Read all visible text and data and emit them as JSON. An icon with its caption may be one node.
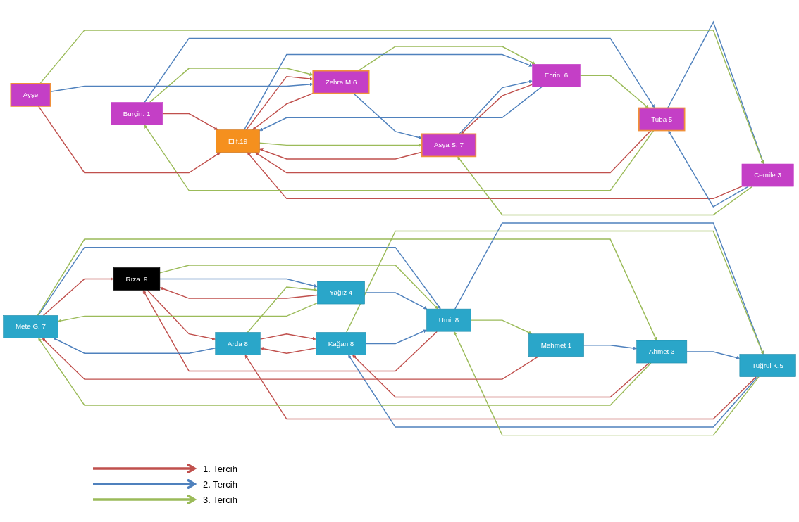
{
  "diagram": {
    "nodes": [
      {
        "text": [
          "Burçin. 1"
        ]
      },
      {
        "text": [
          "Cemile 3"
        ]
      },
      {
        "text": [
          "Zehra M.6"
        ]
      },
      {
        "text": [
          "Ecrin. 6"
        ]
      },
      {
        "text": [
          "Tuba 5"
        ]
      },
      {
        "text": [
          "Elif.19"
        ]
      },
      {
        "text": [
          "Asya S. 7"
        ]
      },
      {
        "text": [
          "Ayşe"
        ]
      },
      {
        "text": [
          "Mete G. 7"
        ]
      },
      {
        "text": [
          "Ümit 8"
        ]
      },
      {
        "text": [
          "Rıza. 9"
        ]
      },
      {
        "text": [
          "Yağız 4"
        ]
      },
      {
        "text": [
          "Kağan 8"
        ]
      },
      {
        "text": [
          "Arda 8"
        ]
      },
      {
        "text": [
          "Tuğrul K.5"
        ]
      },
      {
        "text": [
          "Ahmet 3"
        ]
      },
      {
        "text": [
          "Mehmet 1"
        ]
      }
    ],
    "edges": [
      {
        "from": 0,
        "to": 5,
        "arrow": "to",
        "color": "#c0504d"
      },
      {
        "from": 0,
        "to": 4,
        "arrow": "to",
        "color": "#4f81bd"
      },
      {
        "from": 0,
        "to": 2,
        "arrow": "to",
        "color": "#9bbb59"
      },
      {
        "from": 1,
        "to": 5,
        "arrow": "to",
        "color": "#c0504d"
      },
      {
        "from": 1,
        "to": 4,
        "arrow": "to",
        "color": "#4f81bd"
      },
      {
        "from": 1,
        "to": 6,
        "arrow": "to",
        "color": "#9bbb59"
      },
      {
        "from": 2,
        "to": 5,
        "arrow": "to",
        "color": "#c0504d"
      },
      {
        "from": 2,
        "to": 6,
        "arrow": "to",
        "color": "#4f81bd"
      },
      {
        "from": 2,
        "to": 3,
        "arrow": "to",
        "color": "#9bbb59"
      },
      {
        "from": 3,
        "to": 6,
        "arrow": "to",
        "color": "#c0504d"
      },
      {
        "from": 3,
        "to": 5,
        "arrow": "to",
        "color": "#4f81bd"
      },
      {
        "from": 3,
        "to": 4,
        "arrow": "to",
        "color": "#9bbb59"
      },
      {
        "from": 4,
        "to": 5,
        "arrow": "to",
        "color": "#c0504d"
      },
      {
        "from": 4,
        "to": 1,
        "arrow": "to",
        "color": "#4f81bd"
      },
      {
        "from": 4,
        "to": 0,
        "arrow": "to",
        "color": "#9bbb59"
      },
      {
        "from": 5,
        "to": 2,
        "arrow": "to",
        "color": "#c0504d"
      },
      {
        "from": 5,
        "to": 3,
        "arrow": "to",
        "color": "#4f81bd"
      },
      {
        "from": 5,
        "to": 6,
        "arrow": "to",
        "color": "#9bbb59"
      },
      {
        "from": 6,
        "to": 5,
        "arrow": "to",
        "color": "#c0504d"
      },
      {
        "from": 6,
        "to": 3,
        "arrow": "to",
        "color": "#4f81bd"
      },
      {
        "from": 7,
        "to": 5,
        "arrow": "to",
        "color": "#c0504d"
      },
      {
        "from": 7,
        "to": 2,
        "arrow": "to",
        "color": "#4f81bd"
      },
      {
        "from": 7,
        "to": 1,
        "arrow": "to",
        "color": "#9bbb59"
      },
      {
        "from": 8,
        "to": 10,
        "arrow": "to",
        "color": "#c0504d"
      },
      {
        "from": 8,
        "to": 9,
        "arrow": "to",
        "color": "#4f81bd"
      },
      {
        "from": 8,
        "to": 15,
        "arrow": "to",
        "color": "#9bbb59"
      },
      {
        "from": 9,
        "to": 10,
        "arrow": "to",
        "color": "#c0504d"
      },
      {
        "from": 9,
        "to": 14,
        "arrow": "to",
        "color": "#4f81bd"
      },
      {
        "from": 9,
        "to": 16,
        "arrow": "to",
        "color": "#9bbb59"
      },
      {
        "from": 10,
        "to": 13,
        "arrow": "to",
        "color": "#c0504d"
      },
      {
        "from": 10,
        "to": 11,
        "arrow": "to",
        "color": "#4f81bd"
      },
      {
        "from": 10,
        "to": 9,
        "arrow": "to",
        "color": "#9bbb59"
      },
      {
        "from": 11,
        "to": 10,
        "arrow": "to",
        "color": "#c0504d"
      },
      {
        "from": 11,
        "to": 9,
        "arrow": "to",
        "color": "#4f81bd"
      },
      {
        "from": 11,
        "to": 8,
        "arrow": "to",
        "color": "#9bbb59"
      },
      {
        "from": 12,
        "to": 13,
        "arrow": "to",
        "color": "#c0504d"
      },
      {
        "from": 12,
        "to": 9,
        "arrow": "to",
        "color": "#4f81bd"
      },
      {
        "from": 12,
        "to": 14,
        "arrow": "to",
        "color": "#9bbb59"
      },
      {
        "from": 13,
        "to": 12,
        "arrow": "to",
        "color": "#c0504d"
      },
      {
        "from": 13,
        "to": 8,
        "arrow": "to",
        "color": "#4f81bd"
      },
      {
        "from": 13,
        "to": 11,
        "arrow": "to",
        "color": "#9bbb59"
      },
      {
        "from": 14,
        "to": 13,
        "arrow": "to",
        "color": "#c0504d"
      },
      {
        "from": 14,
        "to": 12,
        "arrow": "to",
        "color": "#4f81bd"
      },
      {
        "from": 14,
        "to": 9,
        "arrow": "to",
        "color": "#9bbb59"
      },
      {
        "from": 15,
        "to": 12,
        "arrow": "to",
        "color": "#c0504d"
      },
      {
        "from": 15,
        "to": 14,
        "arrow": "to",
        "color": "#4f81bd"
      },
      {
        "from": 15,
        "to": 8,
        "arrow": "to",
        "color": "#9bbb59"
      },
      {
        "from": 16,
        "to": 8,
        "arrow": "to",
        "color": "#c0504d"
      },
      {
        "from": 16,
        "to": 15,
        "arrow": "to",
        "color": "#4f81bd"
      }
    ],
    "legend": [
      {
        "text": "1. Tercih",
        "color": "#c0504d"
      },
      {
        "text": "2. Tercih",
        "color": "#4f81bd"
      },
      {
        "text": "3. Tercih",
        "color": "#9bbb59"
      }
    ]
  }
}
